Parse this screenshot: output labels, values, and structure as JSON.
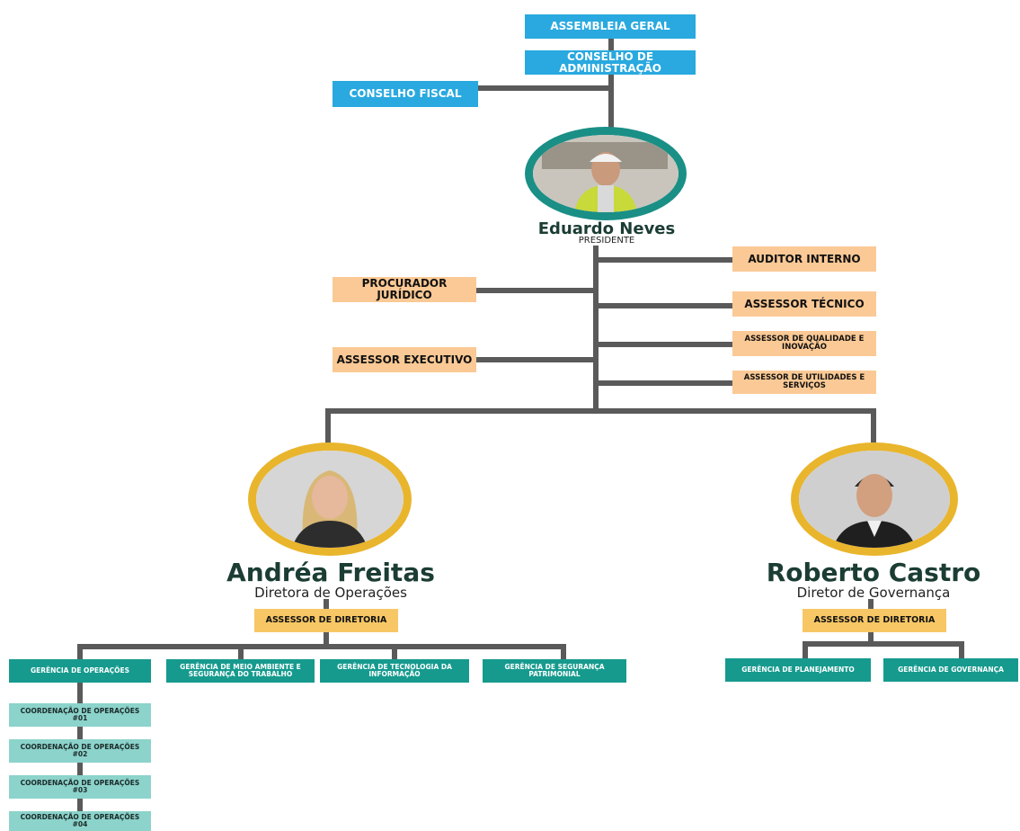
{
  "governance": {
    "assembleia": "ASSEMBLEIA GERAL",
    "conselho_admin": "CONSELHO DE ADMINISTRAÇÃO",
    "conselho_fiscal": "CONSELHO FISCAL"
  },
  "president": {
    "name": "Eduardo Neves",
    "title": "PRESIDENTE"
  },
  "staff_right": [
    "AUDITOR INTERNO",
    "ASSESSOR TÉCNICO",
    "ASSESSOR DE QUALIDADE E INOVAÇÃO",
    "ASSESSOR DE UTILIDADES E SERVIÇOS"
  ],
  "staff_left": [
    "PROCURADOR JURÍDICO",
    "ASSESSOR EXECUTIVO"
  ],
  "director_ops": {
    "name": "Andréa Freitas",
    "title": "Diretora de Operações",
    "assessor": "ASSESSOR DE DIRETORIA",
    "gerencias": [
      "GERÊNCIA DE OPERAÇÕES",
      "GERÊNCIA DE MEIO AMBIENTE E SEGURANÇA DO TRABALHO",
      "GERÊNCIA DE TECNOLOGIA DA INFORMAÇÃO",
      "GERÊNCIA DE SEGURANÇA PATRIMONIAL"
    ],
    "coordenacoes": [
      "COORDENAÇÃO DE OPERAÇÕES #01",
      "COORDENAÇÃO DE OPERAÇÕES #02",
      "COORDENAÇÃO DE OPERAÇÕES #03",
      "COORDENAÇÃO DE OPERAÇÕES #04"
    ]
  },
  "director_gov": {
    "name": "Roberto Castro",
    "title": "Diretor de Governança",
    "assessor": "ASSESSOR DE DIRETORIA",
    "gerencias": [
      "GERÊNCIA DE PLANEJAMENTO",
      "GERÊNCIA DE GOVERNANÇA"
    ]
  },
  "colors": {
    "governance_blue": "#29a9df",
    "staff_peach": "#fbc995",
    "assessor_gold": "#f7c766",
    "gerencia_teal": "#169a8e",
    "coordenacao_mint": "#8bd3cb",
    "president_ring": "#1a8f86",
    "director_ring": "#e9b52c",
    "connector_gray": "#5a5a5a",
    "name_green": "#1b3d33"
  }
}
